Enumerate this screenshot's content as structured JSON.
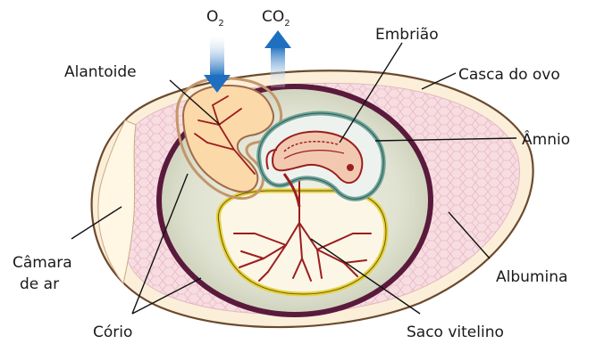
{
  "labels": {
    "alantoide": "Alantoide",
    "embriao": "Embrião",
    "casca": "Casca do ovo",
    "amnio": "Âmnio",
    "camara_line1": "Câmara",
    "camara_line2": "de ar",
    "albumina": "Albumina",
    "corio": "Cório",
    "saco": "Saco vitelino"
  },
  "gases": {
    "o2_main": "O",
    "o2_sub": "2",
    "co2_main": "CO",
    "co2_sub": "2"
  },
  "colors": {
    "shell_outer": "#6b4a2e",
    "shell_fill": "#fbefd9",
    "albumen": "#f7dde2",
    "chorion": "#5a1a3c",
    "allantois_fill": "#fbd9a8",
    "yolk_ring": "#e6d23a",
    "vessels": "#9b1e1e",
    "amnion": "#6fa49a",
    "arrow_blue": "#1e6fc0"
  }
}
